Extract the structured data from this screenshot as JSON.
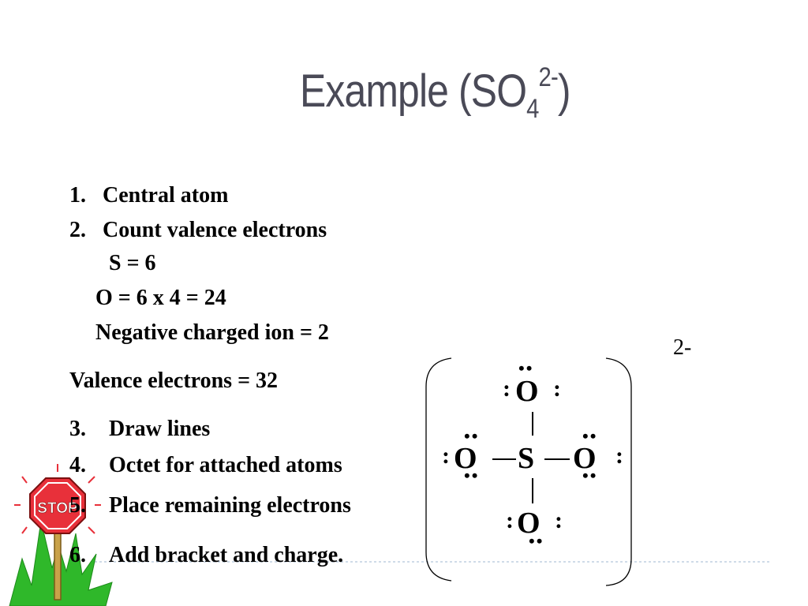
{
  "slide": {
    "title": {
      "main": "Example (SO",
      "subscript": "4",
      "superscript": "2-",
      "close": ")"
    },
    "steps": [
      {
        "number": "1.",
        "text": "Central atom"
      },
      {
        "number": "2.",
        "text": "Count valence electrons"
      },
      {
        "number": "3.",
        "text": "Draw lines"
      },
      {
        "number": "4.",
        "text": "Octet for attached atoms"
      },
      {
        "number": "5.",
        "text": "Place remaining electrons"
      },
      {
        "number": "6.",
        "text": "Add bracket and charge."
      }
    ],
    "counts": {
      "sulfur": "S = 6",
      "oxygen": "O = 6 x 4 = 24",
      "ion": "Negative charged ion = 2",
      "total": "Valence electrons = 32"
    },
    "lewis": {
      "central_atom": "S",
      "outer_atom": "O",
      "charge": "2-",
      "colon": ":",
      "dot_pair": "••"
    },
    "stop_sign": {
      "label": "STOP"
    },
    "colors": {
      "title": "#4a4a57",
      "stop_red": "#e8303a",
      "grass_green": "#2fb82a",
      "divider": "#9fb7d0"
    }
  }
}
